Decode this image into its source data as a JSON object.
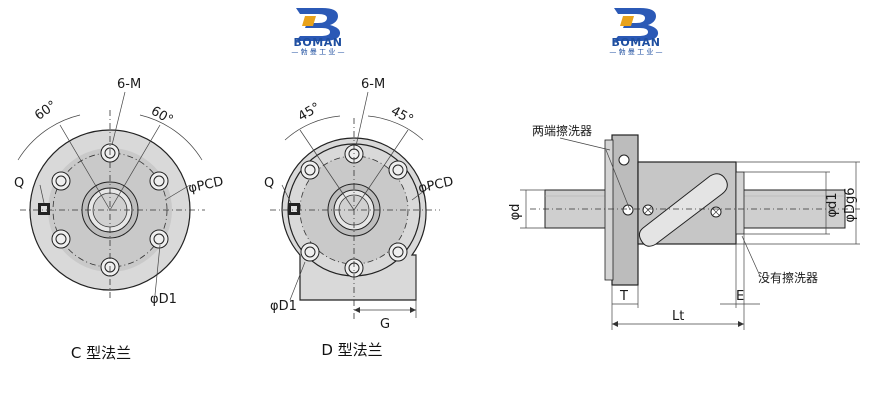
{
  "logos": [
    {
      "word": "BOMAN",
      "sub": "— 勃 曼 工 业 —"
    },
    {
      "word": "BOMAN",
      "sub": "— 勃 曼 工 业 —"
    }
  ],
  "flange_c": {
    "caption": "C 型法兰",
    "label_6m": "6-M",
    "angle_left": "60°",
    "angle_right": "60°",
    "label_q": "Q",
    "label_pcd": "φPCD",
    "label_d1": "φD1"
  },
  "flange_d": {
    "caption": "D 型法兰",
    "label_6m": "6-M",
    "angle_left": "45°",
    "angle_right": "45°",
    "label_q": "Q",
    "label_pcd": "φPCD",
    "label_d1": "φD1",
    "label_g": "G"
  },
  "side_view": {
    "label_wipers_both": "两端擦洗器",
    "label_no_wiper": "没有擦洗器",
    "label_d": "φd",
    "label_d1": "φd1",
    "label_dg6": "φDg6",
    "label_t": "T",
    "label_e": "E",
    "label_lt": "Lt"
  }
}
